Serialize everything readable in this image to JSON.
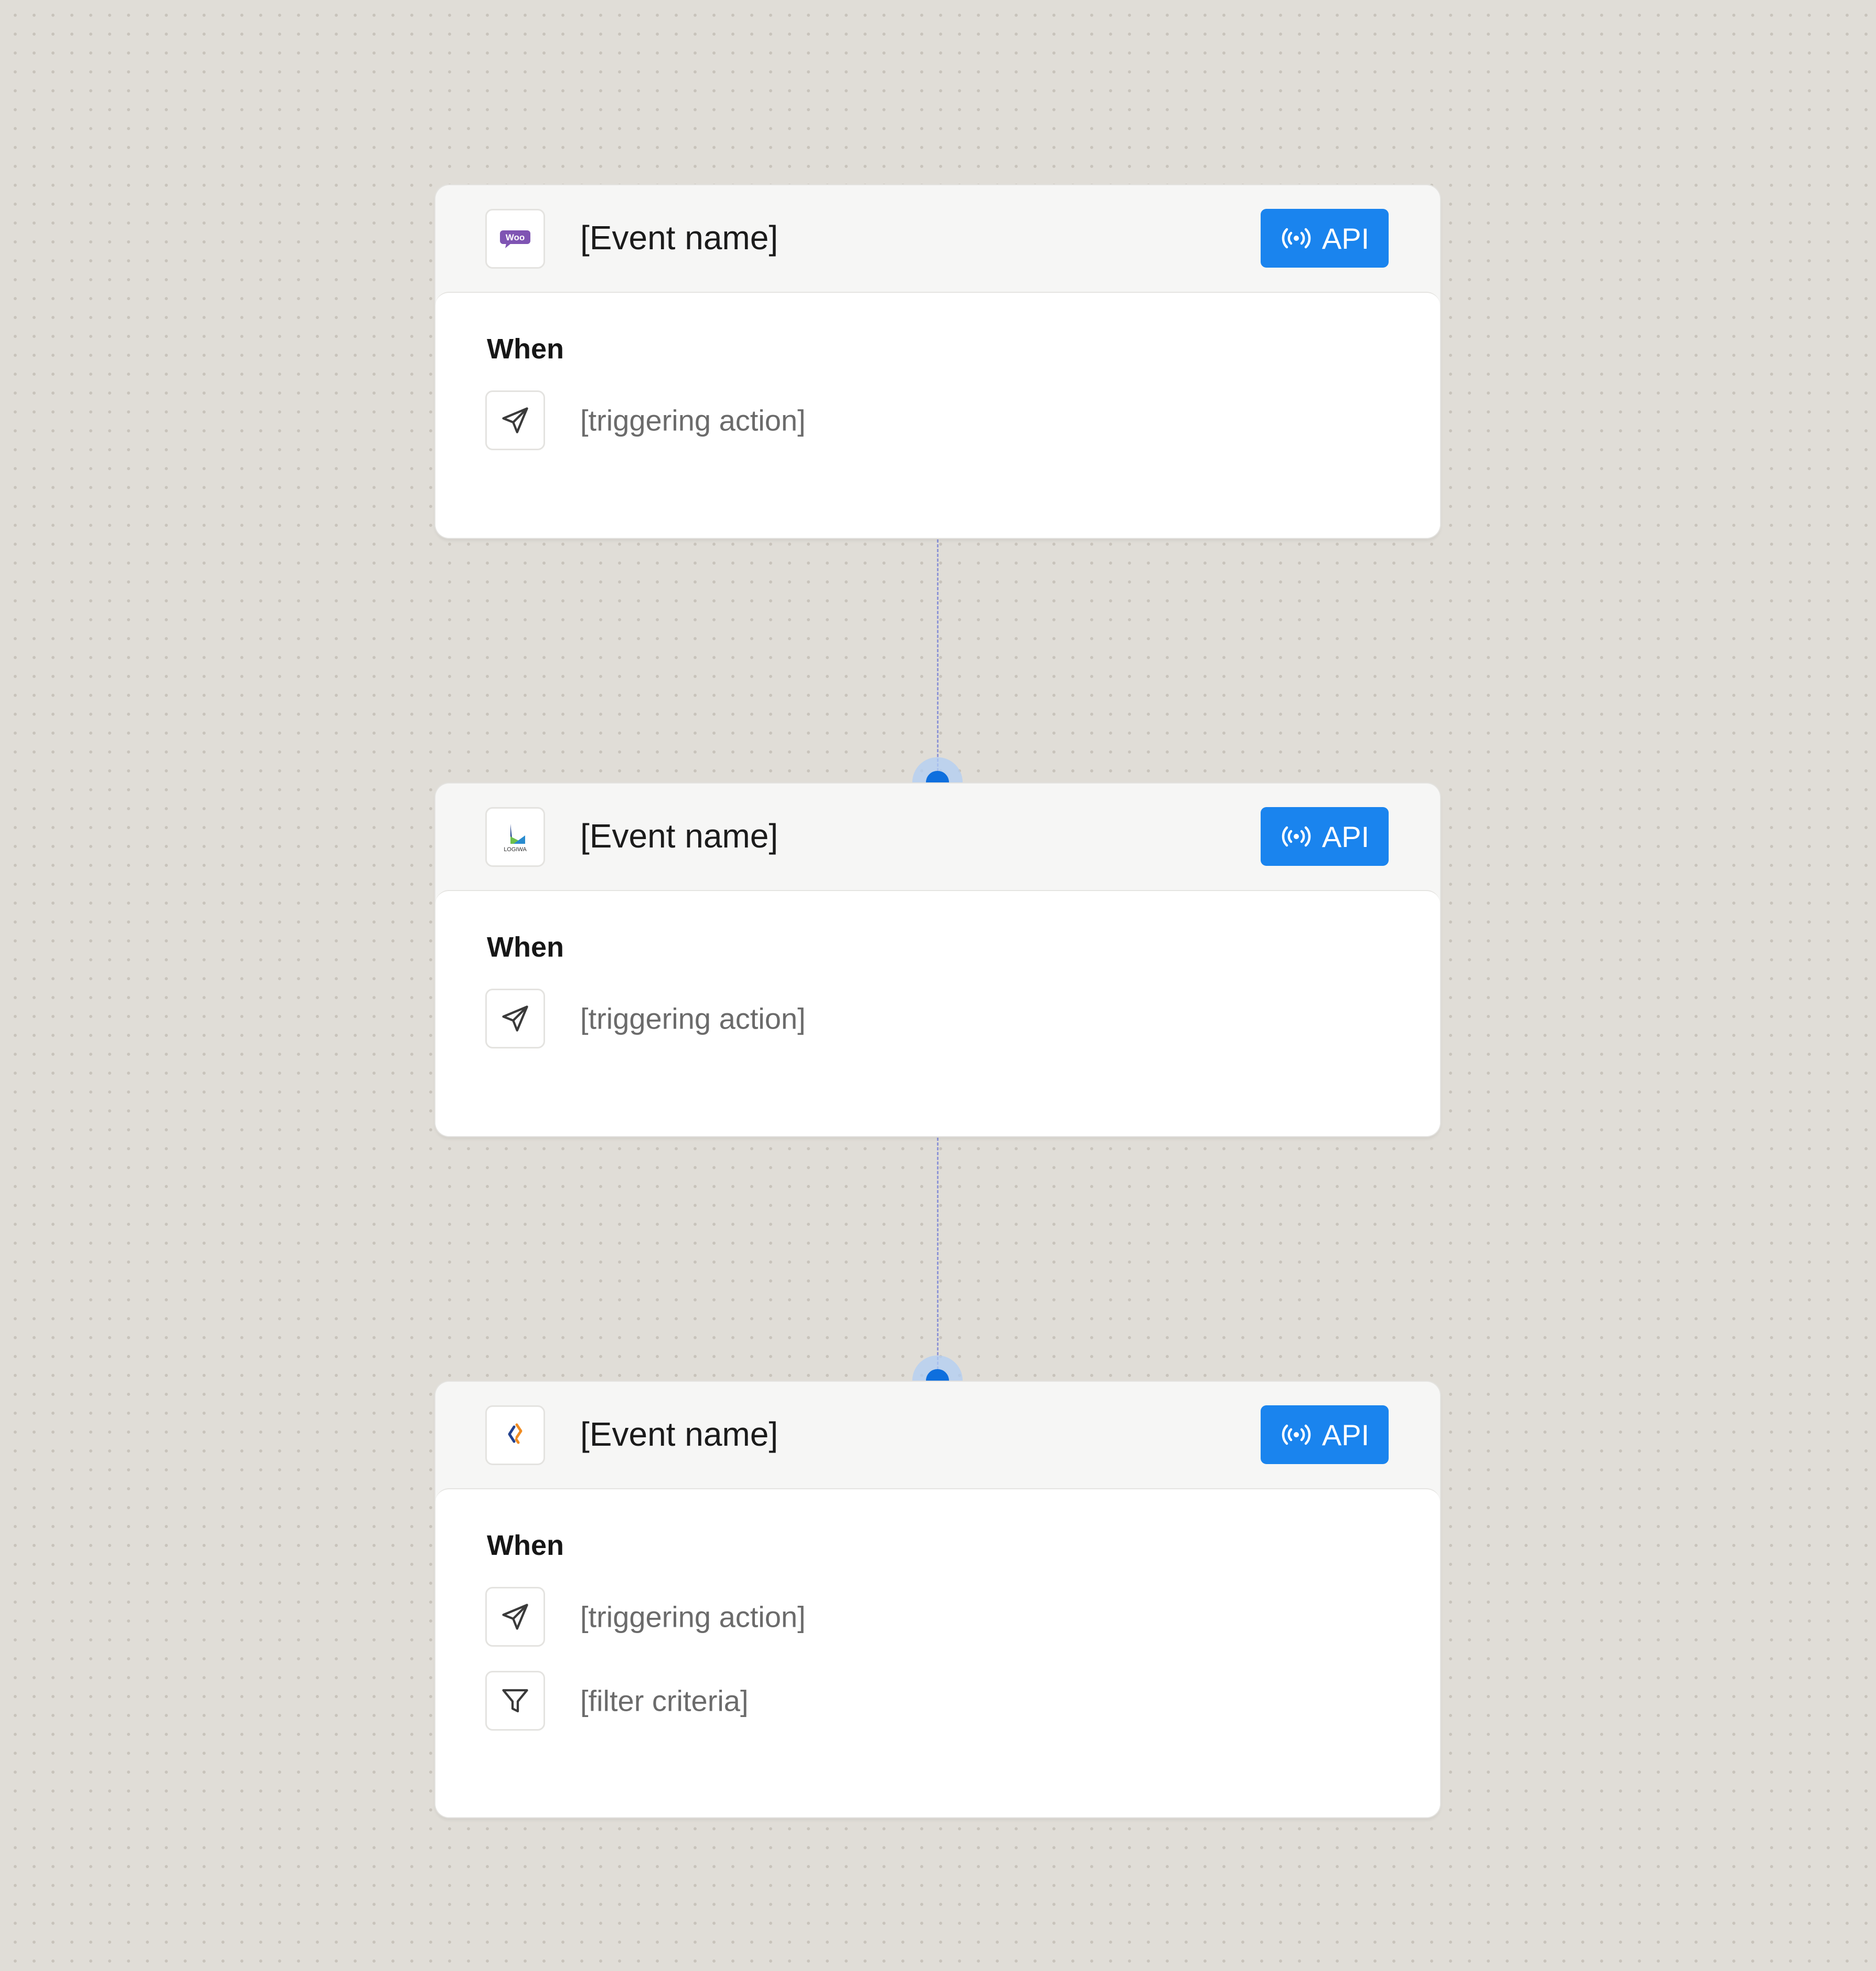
{
  "steps": [
    {
      "app_icon": "woocommerce-logo",
      "app_logo_text": "Woo",
      "title": "[Event name]",
      "badge": "API",
      "when_label": "When",
      "conditions": [
        {
          "icon": "send-icon",
          "text": "[triggering action]"
        }
      ]
    },
    {
      "app_icon": "logiwa-logo",
      "app_logo_text": "LOGIWA",
      "title": "[Event name]",
      "badge": "API",
      "when_label": "When",
      "conditions": [
        {
          "icon": "send-icon",
          "text": "[triggering action]"
        }
      ]
    },
    {
      "app_icon": "integration-logo",
      "title": "[Event name]",
      "badge": "API",
      "when_label": "When",
      "conditions": [
        {
          "icon": "send-icon",
          "text": "[triggering action]"
        },
        {
          "icon": "filter-icon",
          "text": "[filter criteria]"
        }
      ]
    }
  ],
  "colors": {
    "canvas": "#e0ddd7",
    "badge": "#1a84ee",
    "node": "#0e6fde",
    "connector": "#8f96d6"
  }
}
